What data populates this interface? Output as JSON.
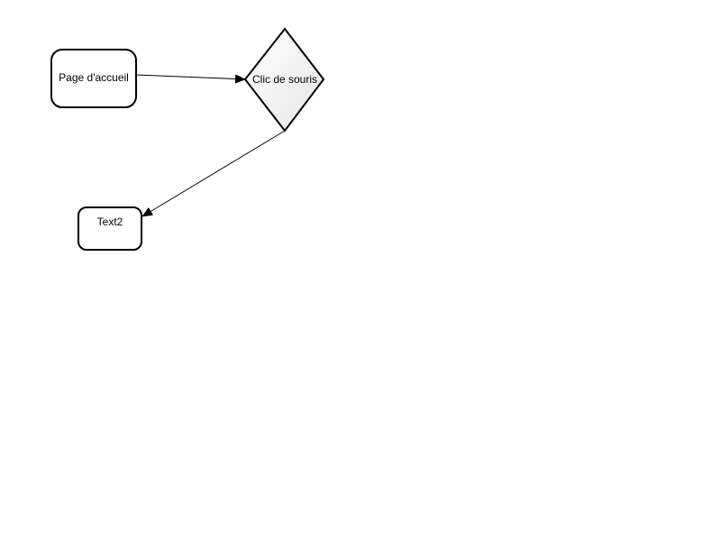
{
  "diagram": {
    "nodes": [
      {
        "id": "home",
        "shape": "rounded-rect",
        "label": "Page d'accueil",
        "fill": "#ffffff"
      },
      {
        "id": "click",
        "shape": "diamond",
        "label": "Clic de souris",
        "fill": "#ececec"
      },
      {
        "id": "text2",
        "shape": "rounded-rect",
        "label": "Text2",
        "fill": "#ffffff"
      }
    ],
    "edges": [
      {
        "from": "home",
        "to": "click"
      },
      {
        "from": "click",
        "to": "text2"
      }
    ],
    "colors": {
      "stroke": "#000000",
      "background": "#ffffff",
      "diamond_gradient_light": "#ffffff",
      "diamond_gradient_dark": "#e6e6e6"
    }
  }
}
